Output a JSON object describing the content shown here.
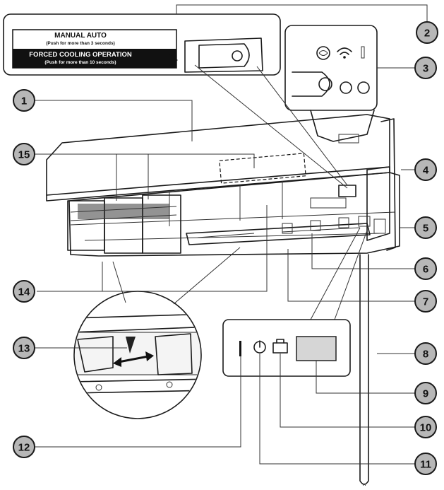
{
  "manual_label": {
    "title": "MANUAL AUTO",
    "title_note": "(Push for more than 3 seconds)",
    "forced_title": "FORCED COOLING OPERATION",
    "forced_note": "(Push for more than 10 seconds)"
  },
  "callouts": [
    {
      "id": "1",
      "text": "1"
    },
    {
      "id": "2",
      "text": "2"
    },
    {
      "id": "3",
      "text": "3"
    },
    {
      "id": "4",
      "text": "4"
    },
    {
      "id": "5",
      "text": "5"
    },
    {
      "id": "6",
      "text": "6"
    },
    {
      "id": "7",
      "text": "7"
    },
    {
      "id": "8",
      "text": "8"
    },
    {
      "id": "9",
      "text": "9"
    },
    {
      "id": "10",
      "text": "10"
    },
    {
      "id": "11",
      "text": "11"
    },
    {
      "id": "12",
      "text": "12"
    },
    {
      "id": "13",
      "text": "13"
    },
    {
      "id": "14",
      "text": "14"
    },
    {
      "id": "15",
      "text": "15"
    }
  ],
  "icons": [
    "fan-cloud-icon",
    "wifi-icon",
    "power-timer-icon",
    "suitcase-icon",
    "double-arrow-icon"
  ]
}
